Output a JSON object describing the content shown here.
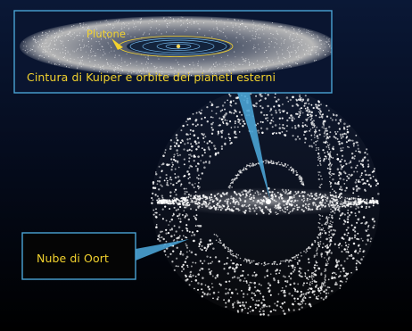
{
  "labels": {
    "pluto": "Plutone",
    "kuiper_caption": "Cintura di Kuiper e orbite dei pianeti esterni",
    "oort_caption": "Nube di Oort"
  },
  "colors": {
    "text_accent": "#f2d22e",
    "panel_border": "#4aa3d4",
    "pointer": "#4aa3d4",
    "background_top": "#0b1a3a",
    "background_bottom": "#000000",
    "particles": "#ffffff",
    "planet_orbit": "#7fc8ff",
    "sun": "#ffd85a"
  },
  "icons": {
    "pluto_marker": "pluto-pointer-triangle-icon",
    "sun": "sun-icon"
  }
}
